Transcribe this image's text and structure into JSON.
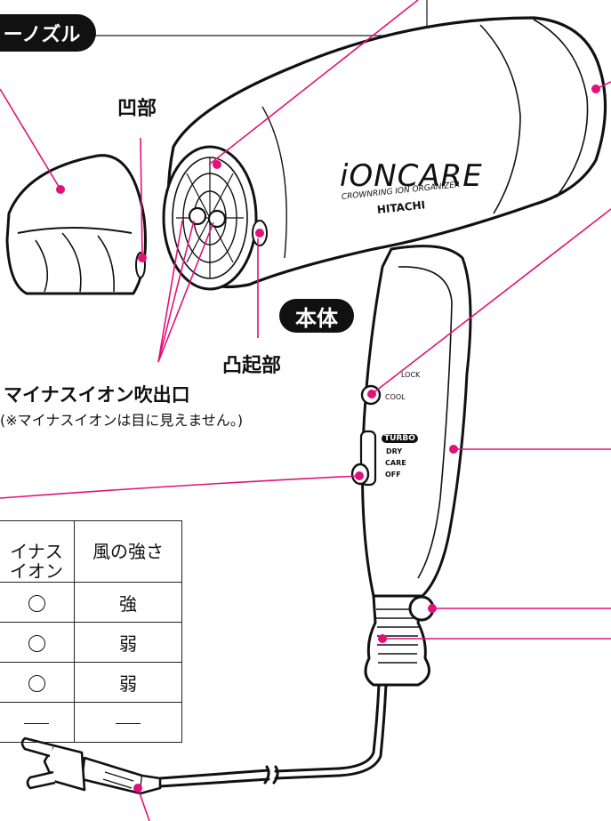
{
  "labels": {
    "nozzle_badge": "ーノズル",
    "main_badge": "本体",
    "recess": "凹部",
    "protrusion": "凸起部",
    "ion_outlet": "マイナスイオン吹出口",
    "ion_note": "(※マイナスイオンは目に見えません。)"
  },
  "product": {
    "brand_logo": "iONCARE",
    "sub_logo": "CROWNRING ION ORGANIZER",
    "maker": "HITACHI"
  },
  "switches": {
    "cool": "COOL",
    "lock": "LOCK",
    "turbo": "TURBO",
    "modes": [
      "DRY",
      "CARE",
      "OFF"
    ]
  },
  "table": {
    "headers": [
      "イナス\nイオン",
      "風の強さ"
    ],
    "rows": [
      {
        "ion": "circle",
        "wind": "強"
      },
      {
        "ion": "circle",
        "wind": "弱"
      },
      {
        "ion": "circle",
        "wind": "弱"
      },
      {
        "ion": "dash",
        "wind": "dash"
      }
    ]
  },
  "colors": {
    "leader": "#e0127a",
    "ink": "#111111"
  }
}
